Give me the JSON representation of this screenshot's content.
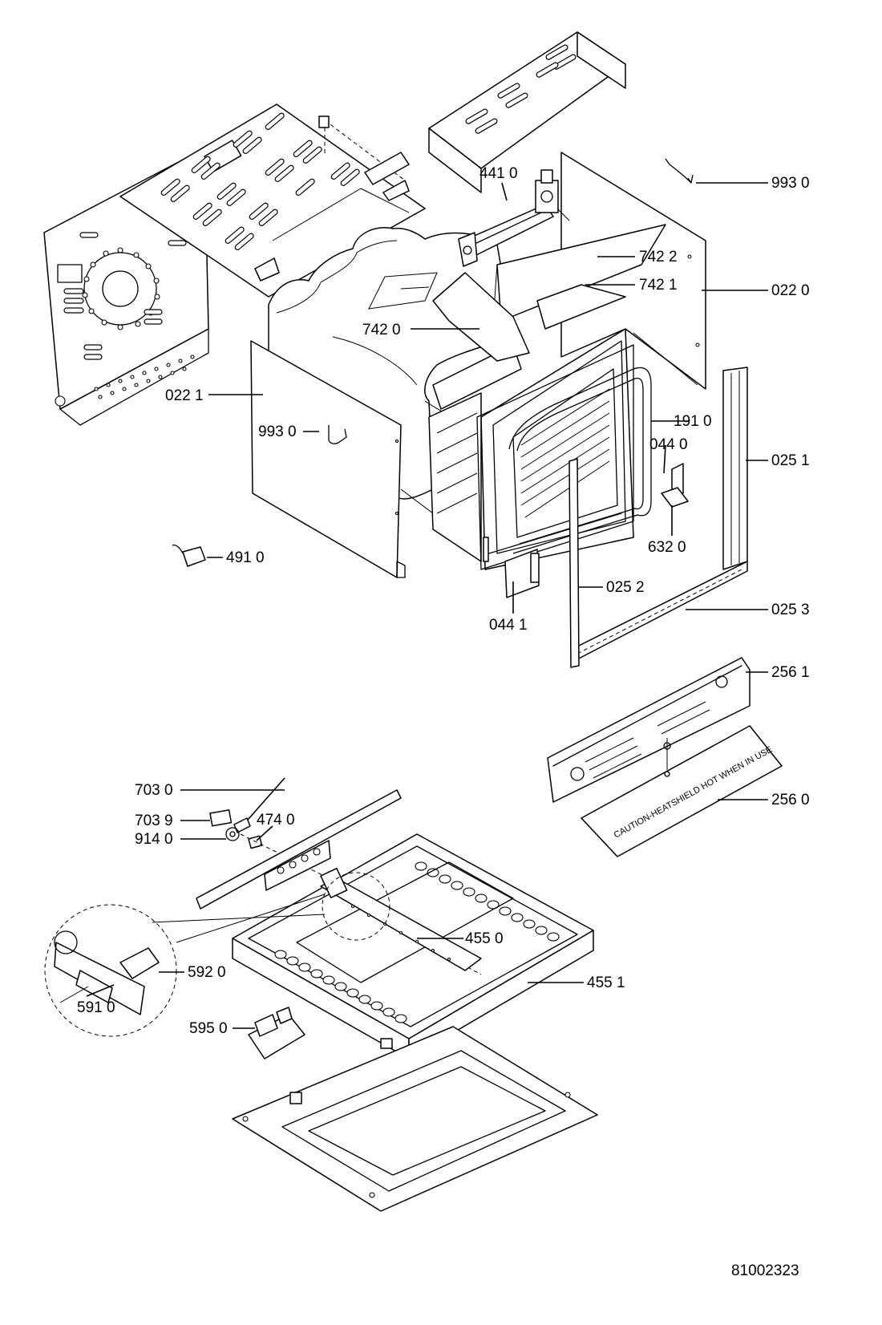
{
  "labels": {
    "l9930a": "993 0",
    "l4410": "441 0",
    "l7422": "742 2",
    "l7421": "742 1",
    "l0220": "022 0",
    "l7420": "742 0",
    "l0221": "022 1",
    "l9930b": "993 0",
    "l1910": "191 0",
    "l0440": "044 0",
    "l0251": "025 1",
    "l6320": "632 0",
    "l4910": "491 0",
    "l0252": "025 2",
    "l0441": "044 1",
    "l0253": "025 3",
    "l2561": "256 1",
    "l2560": "256 0",
    "l7030": "703 0",
    "l7039": "703 9",
    "l4740": "474 0",
    "l9140": "914 0",
    "l4550": "455 0",
    "l5920": "592 0",
    "l4551": "455 1",
    "l5910": "591 0",
    "l5950": "595 0"
  },
  "heatshield_text": "CAUTION-HEATSHIELD HOT WHEN IN USE",
  "drawing_number": "81002323"
}
